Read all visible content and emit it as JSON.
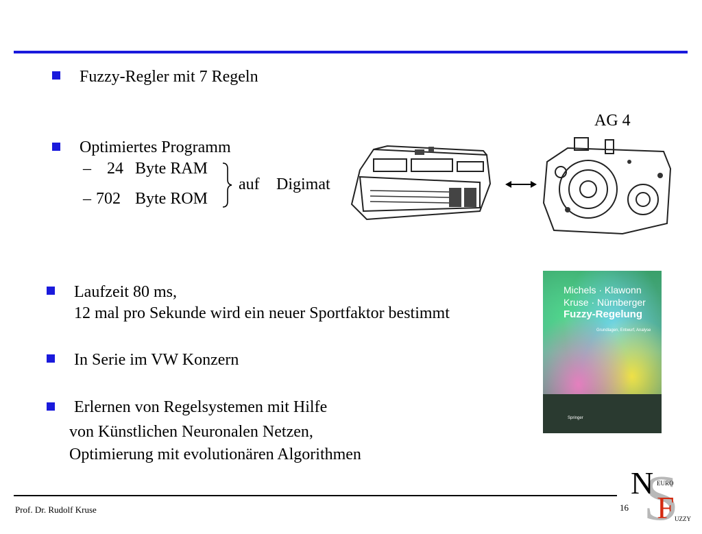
{
  "bullets": {
    "b1": "Fuzzy-Regler mit 7 Regeln",
    "b2": "Optimiertes Programm",
    "b2_line1_dash": "–",
    "b2_line1_num": "24",
    "b2_line1_unit": "Byte RAM",
    "b2_line2_dash": "–",
    "b2_line2_num": "702",
    "b2_line2_unit": "Byte ROM",
    "b2_auf": "auf",
    "b2_digimat": "Digimat",
    "b3_line1": "Laufzeit 80 ms,",
    "b3_line2": "12 mal pro Sekunde wird ein neuer Sportfaktor bestimmt",
    "b4": "In Serie im VW Konzern",
    "b5_line1": "Erlernen von Regelsystemen mit Hilfe",
    "b5_line2": "von Künstlichen Neuronalen Netzen,",
    "b5_line3": "Optimierung mit evolutionären Algorithmen"
  },
  "figure": {
    "label_ag4": "AG 4"
  },
  "book": {
    "authors_line1": "Michels · Klawonn",
    "authors_line2": "Kruse · Nürnberger",
    "title": "Fuzzy-Regelung",
    "subtitle": "Grundlagen, Entwurf, Analyse",
    "publisher": "Springer"
  },
  "footer": {
    "author": "Prof. Dr. Rudolf Kruse",
    "page": "16",
    "logo_n": "N",
    "logo_euro": "EURO",
    "logo_f": "F",
    "logo_uzzy": "UZZY"
  },
  "colors": {
    "accent": "#1a1adc",
    "logo_red": "#d42a10",
    "logo_grey": "#b8b8b8"
  }
}
